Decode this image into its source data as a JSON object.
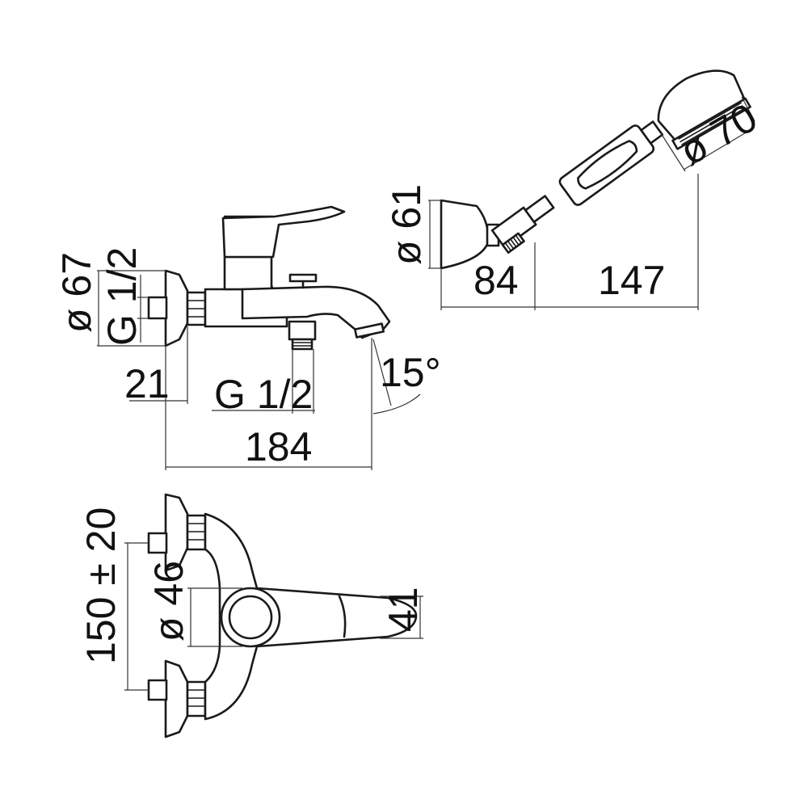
{
  "colors": {
    "line": "#1a1a1a",
    "dimension": "#333333",
    "background": "#ffffff"
  },
  "dimensions": {
    "body_diameter": "ø 67",
    "inlet_thread_left": "G 1/2",
    "wall_offset": "21",
    "outlet_thread": "G 1/2",
    "spout_angle": "15°",
    "overall_length": "184",
    "holder_diameter": "ø 61",
    "holder_depth": "84",
    "handshower_length": "147",
    "handshower_head_diameter": "ø 70",
    "inlet_centers": "150 ± 20",
    "top_knob_diameter": "ø 46",
    "spout_width": "41"
  }
}
